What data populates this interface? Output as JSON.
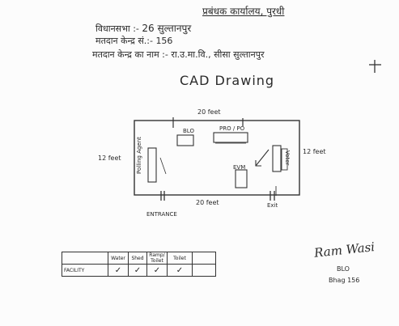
{
  "header": {
    "title": "प्रबंधक कार्यालय, पुरधी",
    "line1_label": "विधानसभा :-",
    "line1_value": "26 सुल्तानपुर",
    "line2_label": "मतदान केन्द्र सं.:-",
    "line2_value": "156",
    "line3_label": "मतदान केन्द्र का नाम :-",
    "line3_value": "रा.उ.मा.वि., सीसा सुल्तानपुर"
  },
  "drawing": {
    "title": "CAD Drawing",
    "dim_top": "20 feet",
    "dim_bottom": "20 feet",
    "dim_left": "12 feet",
    "dim_right": "12 feet",
    "label_blo": "BLO",
    "label_pro": "PRO / PO",
    "label_polling_agent": "Polling Agent",
    "label_evm": "EVM",
    "label_voter": "Voter",
    "label_entrance": "ENTRANCE",
    "label_exit": "Exit"
  },
  "facility_table": {
    "headers": [
      "",
      "Water",
      "Shed",
      "Ramp/ Toilet",
      "Toilet",
      ""
    ],
    "row_label": "FACILITY",
    "row_values": [
      "✓",
      "✓",
      "✓",
      "✓",
      ""
    ]
  },
  "signature": {
    "name": "Ram Wasi",
    "title": "BLO",
    "booth": "Bhag 156"
  },
  "colors": {
    "ink": "#2a2a2a",
    "paper": "#fcfcfc"
  }
}
